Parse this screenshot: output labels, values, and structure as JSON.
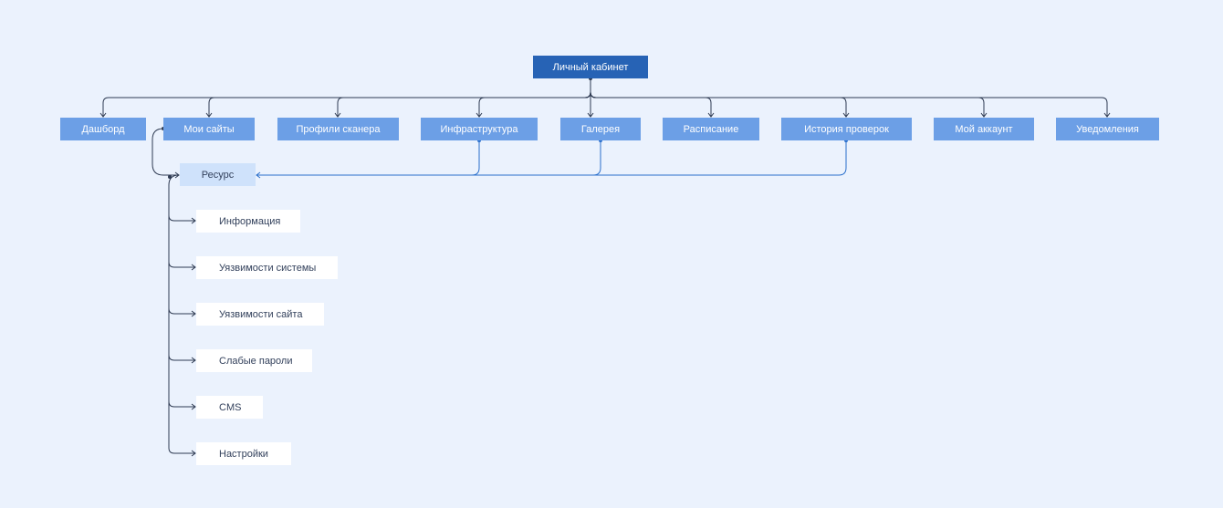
{
  "root": {
    "label": "Личный кабинет"
  },
  "sections": [
    {
      "label": "Дашборд"
    },
    {
      "label": "Мои сайты"
    },
    {
      "label": "Профили сканера"
    },
    {
      "label": "Инфраструктура"
    },
    {
      "label": "Галерея"
    },
    {
      "label": "Расписание"
    },
    {
      "label": "История проверок"
    },
    {
      "label": "Мой аккаунт"
    },
    {
      "label": "Уведомления"
    }
  ],
  "resource": {
    "label": "Ресурс"
  },
  "resource_items": [
    {
      "label": "Информация"
    },
    {
      "label": "Уязвимости системы"
    },
    {
      "label": "Уязвимости сайта"
    },
    {
      "label": "Слабые пароли"
    },
    {
      "label": "CMS"
    },
    {
      "label": "Настройки"
    }
  ],
  "colors": {
    "background": "#ebf2fd",
    "root_fill": "#2763b5",
    "section_fill": "#6c9fe6",
    "resource_fill": "#cfe2fb",
    "leaf_fill": "#ffffff",
    "dark_connector": "#2e3a52",
    "blue_connector": "#2a6fcc"
  }
}
